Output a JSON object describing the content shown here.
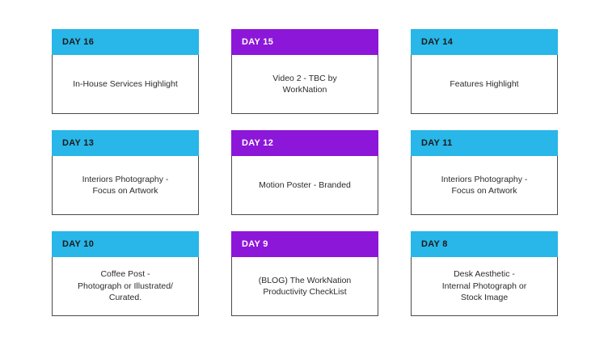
{
  "board": {
    "title": "Content Calendar Countdown Grid",
    "background_color": "#ffffff",
    "colors": {
      "cyan": "#29b6e8",
      "purple": "#8c17d8",
      "border": "#4a4a4a",
      "header_text_on_cyan": "#1a1a1a",
      "header_text_on_purple": "#ffffff",
      "body_text": "#2b2b2b"
    },
    "cards": [
      {
        "day_label": "DAY 16",
        "accent": "cyan",
        "body_text": "In-House Services Highlight"
      },
      {
        "day_label": "DAY 15",
        "accent": "purple",
        "body_text": "Video 2 - TBC by\nWorkNation"
      },
      {
        "day_label": "DAY 14",
        "accent": "cyan",
        "body_text": "Features Highlight"
      },
      {
        "day_label": "DAY 13",
        "accent": "cyan",
        "body_text": "Interiors Photography -\nFocus on Artwork"
      },
      {
        "day_label": "DAY 12",
        "accent": "purple",
        "body_text": "Motion Poster - Branded"
      },
      {
        "day_label": "DAY 11",
        "accent": "cyan",
        "body_text": "Interiors Photography -\nFocus on Artwork"
      },
      {
        "day_label": "DAY 10",
        "accent": "cyan",
        "body_text": "Coffee Post -\nPhotograph or Illustrated/\nCurated."
      },
      {
        "day_label": "DAY 9",
        "accent": "purple",
        "body_text": "(BLOG) The WorkNation\nProductivity CheckList"
      },
      {
        "day_label": "DAY 8",
        "accent": "cyan",
        "body_text": "Desk Aesthetic -\nInternal Photograph or\nStock Image"
      }
    ]
  }
}
